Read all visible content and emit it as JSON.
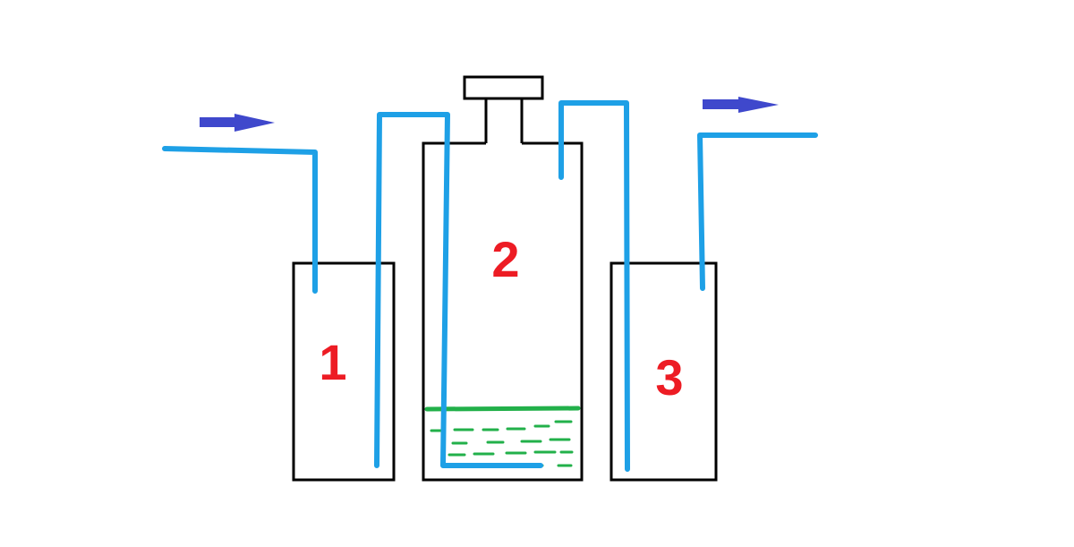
{
  "labels": {
    "vessel_1": "1",
    "vessel_2": "2",
    "vessel_3": "3"
  },
  "icons": {
    "inlet_arrow": "arrow-right-icon",
    "outlet_arrow": "arrow-right-icon"
  },
  "colors": {
    "outline": "#000000",
    "tube": "#1ea0e6",
    "liquid": "#22b04a",
    "arrow": "#3f48cc",
    "label": "#ed1c24",
    "background": "#ffffff"
  }
}
